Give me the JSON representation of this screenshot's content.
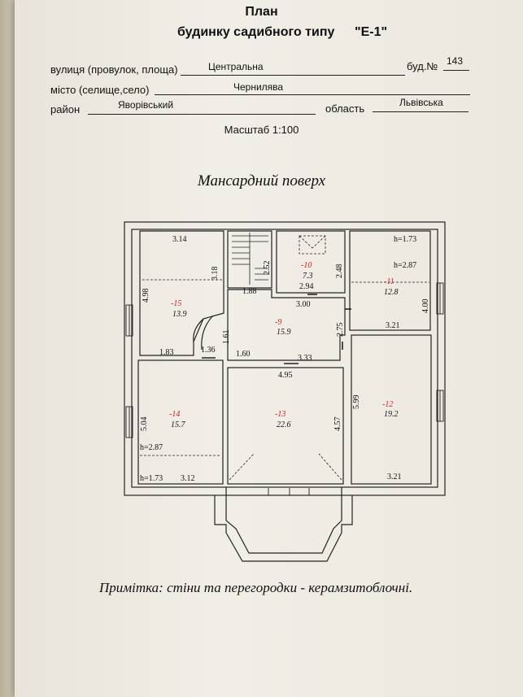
{
  "header": {
    "title_line1": "План",
    "title_line2": "будинку садибного типу",
    "title_code": "\"Е-1\""
  },
  "address": {
    "street_label": "вулиця (провулок, площа)",
    "street_value": "Центральна",
    "house_label": "буд.№",
    "house_value": "143",
    "city_label": "місто (селище,село)",
    "city_value": "Чернилява",
    "district_label": "район",
    "district_value": "Яворівський",
    "region_label": "область",
    "region_value": "Львівська"
  },
  "scale": "Масштаб  1:100",
  "floor_title": "Мансардний поверх",
  "rooms": [
    {
      "id": "15",
      "mark": "-15",
      "area": "13.9"
    },
    {
      "id": "10",
      "mark": "-10",
      "area": "7.3"
    },
    {
      "id": "11",
      "mark": "-11",
      "area": "12.8"
    },
    {
      "id": "9",
      "mark": "-9",
      "area": "15.9"
    },
    {
      "id": "14",
      "mark": "-14",
      "area": "15.7"
    },
    {
      "id": "13",
      "mark": "-13",
      "area": "22.6"
    },
    {
      "id": "12",
      "mark": "-12",
      "area": "19.2"
    }
  ],
  "dimensions": {
    "d_314": "3.14",
    "d_318": "3.18",
    "d_498": "4.98",
    "d_252": "2.52",
    "d_188": "1.88",
    "d_248": "2.48",
    "d_294": "2.94",
    "d_300": "3.00",
    "d_h173a": "h=1.73",
    "d_h287a": "h=2.87",
    "d_400": "4.00",
    "d_275": "2.75",
    "d_321a": "3.21",
    "d_161": "1.61",
    "d_183": "1.83",
    "d_136": "1.36",
    "d_160": "1.60",
    "d_333": "3.33",
    "d_495": "4.95",
    "d_504": "5.04",
    "d_457": "4.57",
    "d_599": "5.99",
    "d_h287b": "h=2.87",
    "d_h173b": "h=1.73",
    "d_312": "3.12",
    "d_321b": "3.21"
  },
  "note": "Примітка: стіни та перегородки -   керамзитоблочні."
}
